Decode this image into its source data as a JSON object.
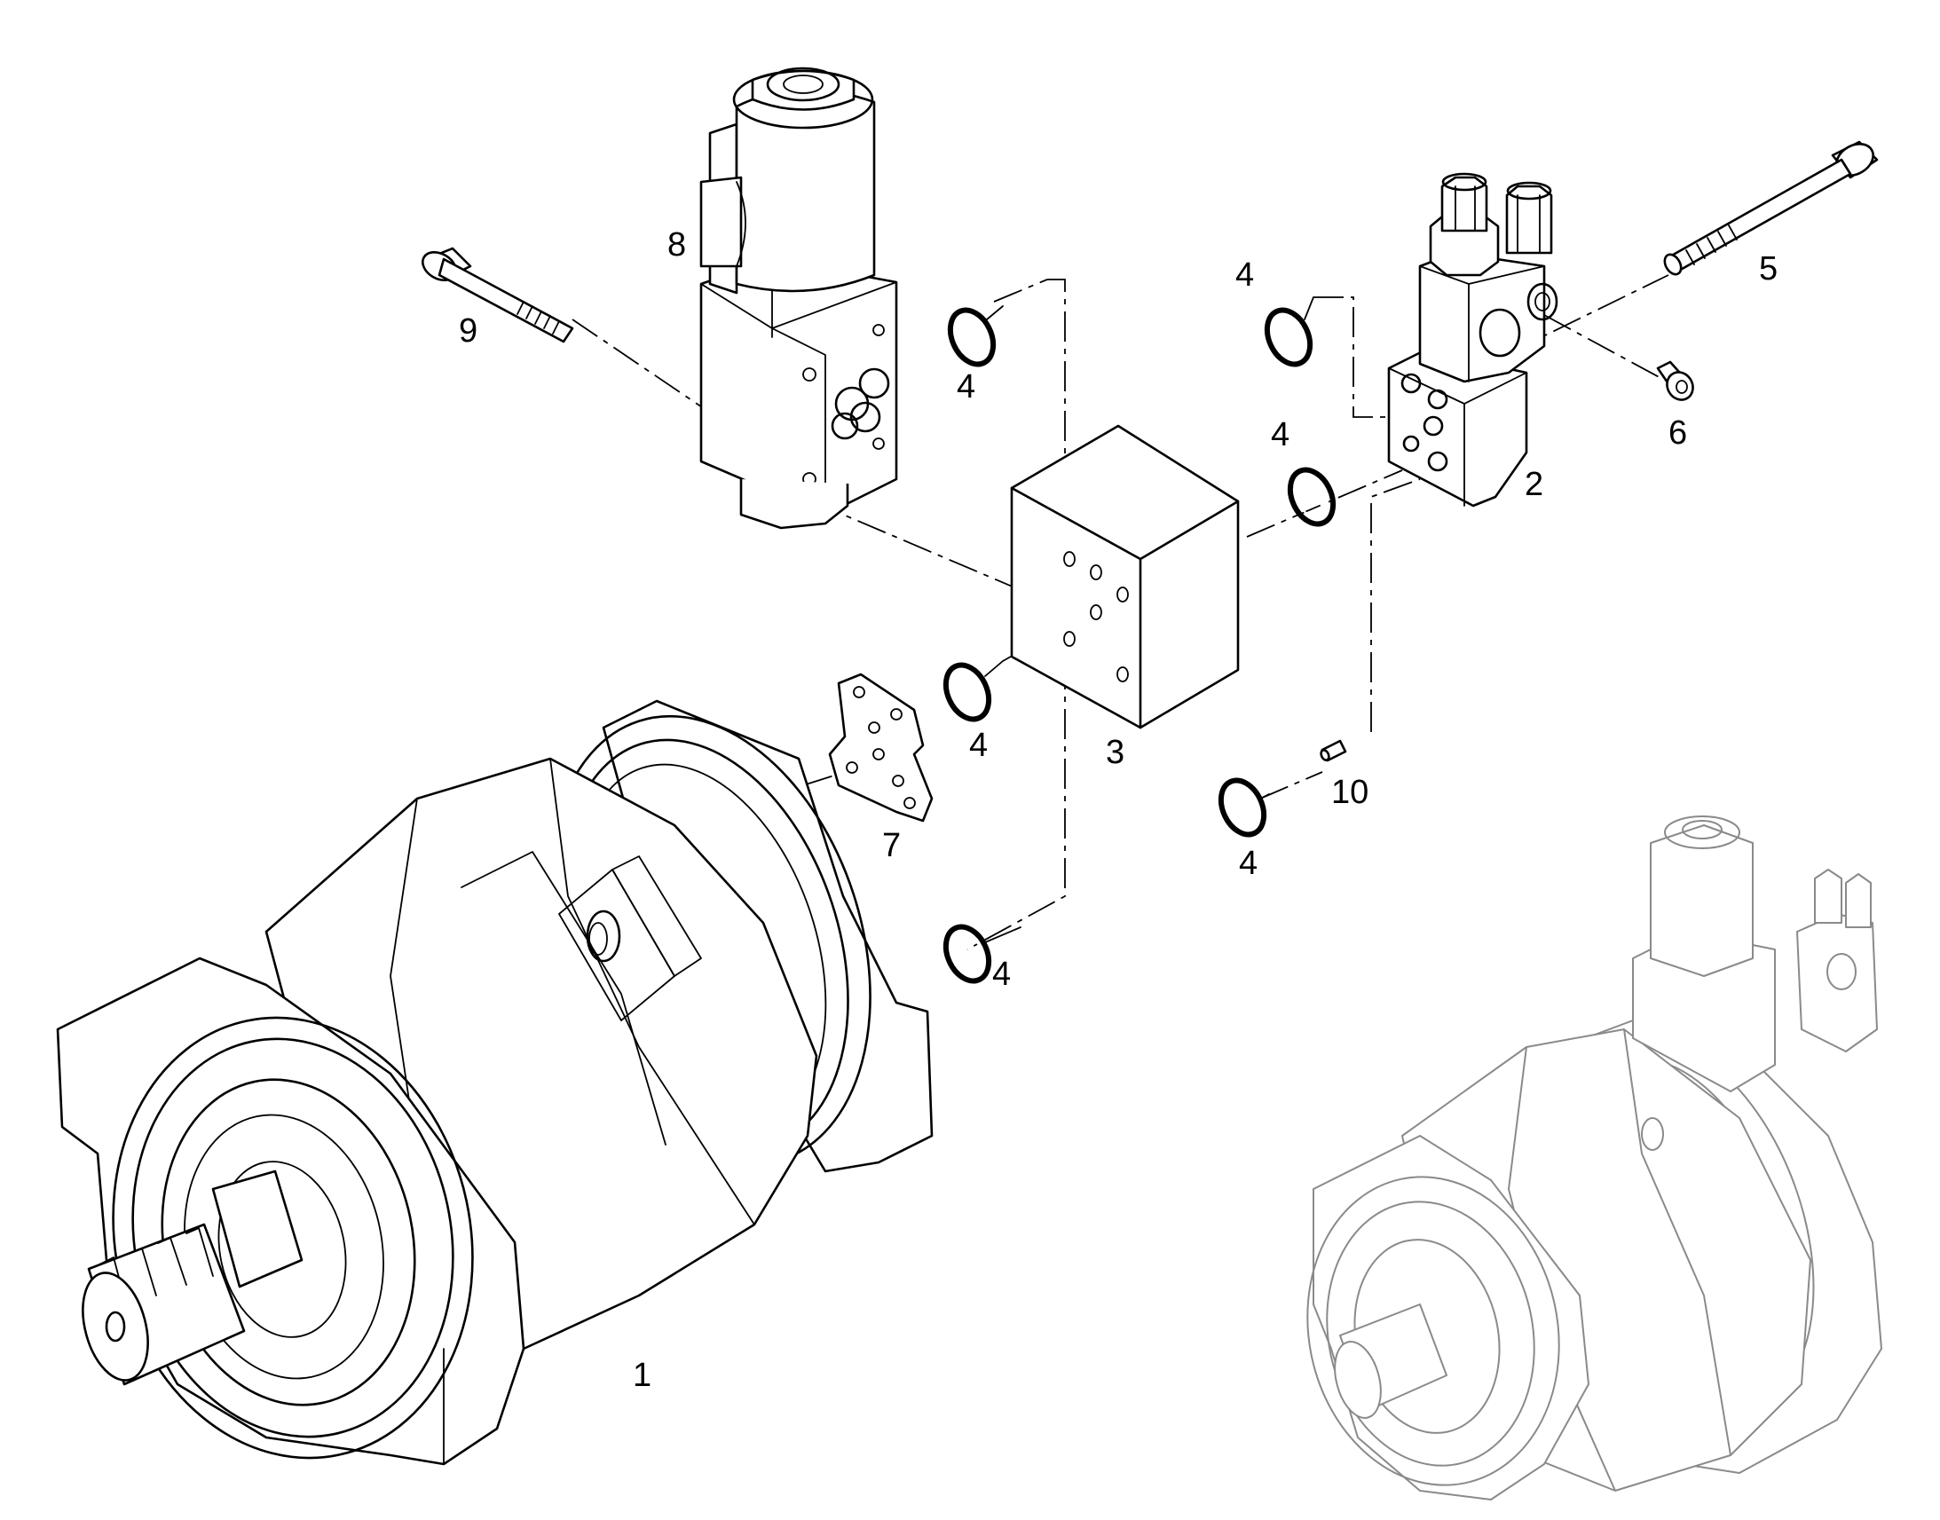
{
  "callouts": [
    {
      "id": "c1",
      "label": "1"
    },
    {
      "id": "c2",
      "label": "2"
    },
    {
      "id": "c3",
      "label": "3"
    },
    {
      "id": "c4a",
      "label": "4"
    },
    {
      "id": "c4b",
      "label": "4"
    },
    {
      "id": "c4c",
      "label": "4"
    },
    {
      "id": "c4d",
      "label": "4"
    },
    {
      "id": "c4e",
      "label": "4"
    },
    {
      "id": "c4f",
      "label": "4"
    },
    {
      "id": "c5",
      "label": "5"
    },
    {
      "id": "c6",
      "label": "6"
    },
    {
      "id": "c7",
      "label": "7"
    },
    {
      "id": "c8",
      "label": "8"
    },
    {
      "id": "c9",
      "label": "9"
    },
    {
      "id": "c10",
      "label": "10"
    }
  ]
}
